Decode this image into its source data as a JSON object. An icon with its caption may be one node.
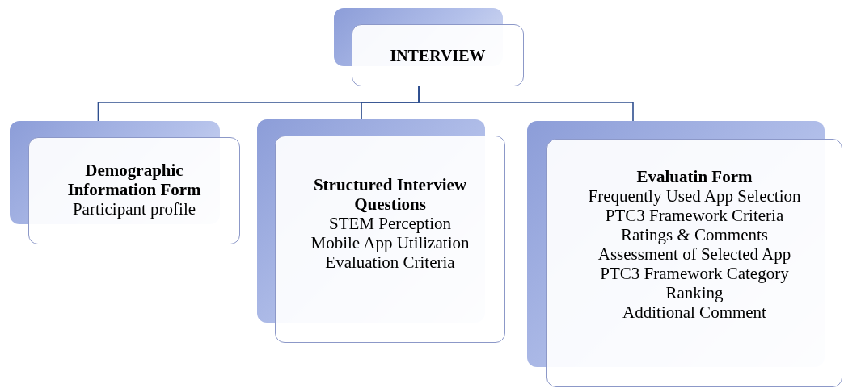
{
  "diagram": {
    "nodes": [
      {
        "text": [
          "INTERVIEW"
        ]
      },
      {
        "text": [
          "Demographic Information Form",
          "Participant profile"
        ]
      },
      {
        "text": [
          "Structured Interview Questions",
          "STEM Perception",
          "Mobile App Utilization",
          "Evaluation Criteria"
        ]
      },
      {
        "text": [
          "Evaluatin Form",
          "Frequently Used App Selection",
          "PTC3 Framework Criteria",
          "Ratings & Comments",
          "Assessment of Selected App",
          "PTC3 Framework Category",
          "Ranking",
          "Additional Comment"
        ]
      }
    ],
    "edges": [
      {
        "from": 0,
        "to": 1,
        "arrow": "none"
      },
      {
        "from": 0,
        "to": 2,
        "arrow": "none"
      },
      {
        "from": 0,
        "to": 3,
        "arrow": "none"
      }
    ]
  }
}
